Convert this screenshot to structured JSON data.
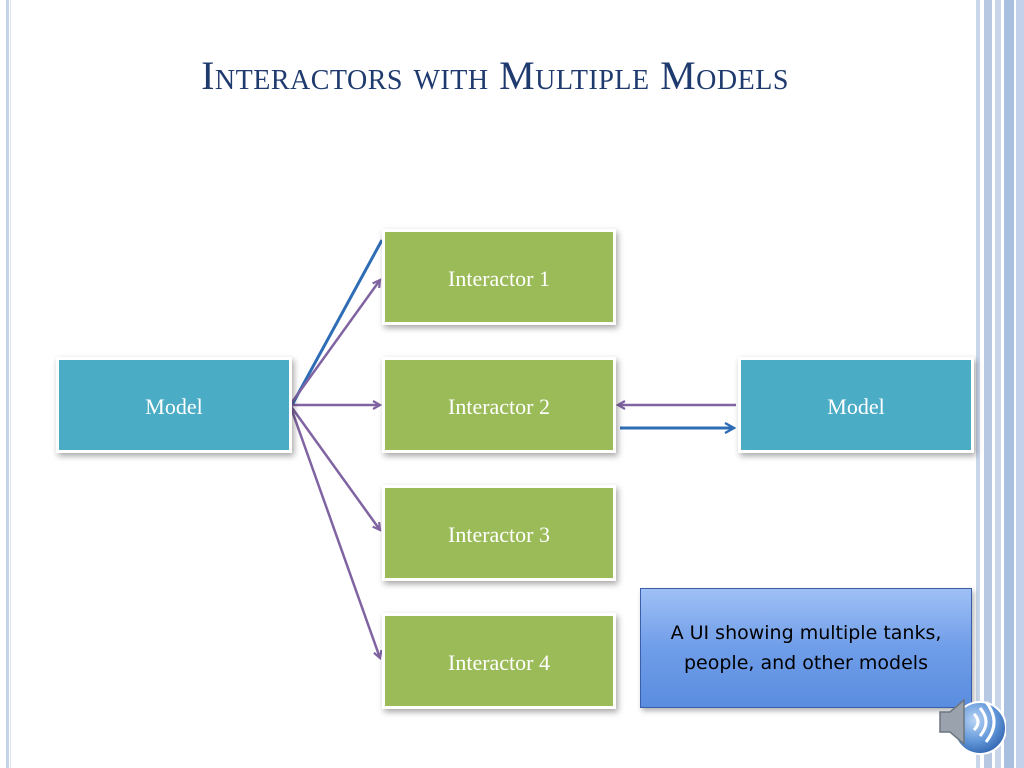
{
  "slide": {
    "title": "Interactors with Multiple Models"
  },
  "diagram": {
    "model_left": "Model",
    "model_right": "Model",
    "interactors": [
      "Interactor 1",
      "Interactor 2",
      "Interactor 3",
      "Interactor 4"
    ],
    "callout_line1": "A UI showing multiple tanks,",
    "callout_line2": "people, and other models"
  },
  "colors": {
    "interactor_fill": "#9bbb59",
    "model_fill": "#4bacc6",
    "blue_arrow": "#2e6db5",
    "purple_arrow": "#8064a2",
    "title": "#1f3a6e",
    "callout_fill": "#6f9de8"
  },
  "icons": {
    "audio": "speaker-icon"
  }
}
